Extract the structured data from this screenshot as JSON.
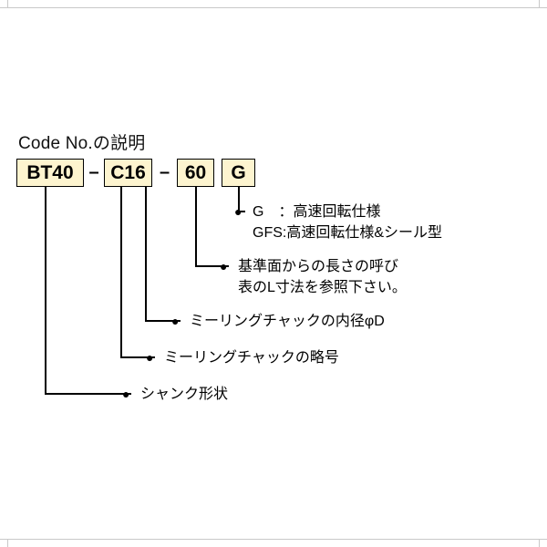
{
  "title": "Code No.の説明",
  "code": {
    "separator": "–",
    "segments": [
      "BT40",
      "C16",
      "60",
      "G"
    ]
  },
  "bullet": "●",
  "annotations": {
    "g": {
      "line1": "G　：高速回転仕様",
      "line2": "GFS:高速回転仕様&シール型"
    },
    "length": {
      "line1": "基準面からの長さの呼び",
      "line2": "表のL寸法を参照下さい。"
    },
    "diameter": {
      "line1": "ミーリングチャックの内径φD"
    },
    "abbr": {
      "line1": "ミーリングチャックの略号"
    },
    "shank": {
      "line1": "シャンク形状"
    }
  },
  "colors": {
    "box_bg": "#fdf4cf",
    "box_border": "#000000",
    "connector_line": "#000000",
    "page_rule": "#c9c9c9",
    "text": "#000000"
  }
}
